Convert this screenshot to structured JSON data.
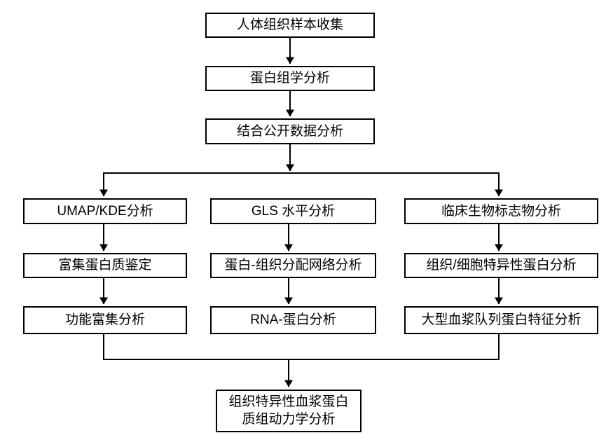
{
  "diagram": {
    "type": "flowchart",
    "colors": {
      "background": "#ffffff",
      "box_fill": "#ffffff",
      "stroke": "#000000",
      "text": "#000000"
    },
    "nodes": {
      "top1": {
        "label": "人体组织样本收集"
      },
      "top2": {
        "label": "蛋白组学分析"
      },
      "top3": {
        "label": "结合公开数据分析"
      },
      "left1": {
        "label": "UMAP/KDE分析"
      },
      "left2": {
        "label": "富集蛋白质鉴定"
      },
      "left3": {
        "label": "功能富集分析"
      },
      "mid1": {
        "label": "GLS 水平分析"
      },
      "mid2": {
        "label": "蛋白-组织分配网络分析"
      },
      "mid3": {
        "label": "RNA-蛋白分析"
      },
      "right1": {
        "label": "临床生物标志物分析"
      },
      "right2": {
        "label": "组织/细胞特异性蛋白分析"
      },
      "right3": {
        "label": "大型血浆队列蛋白特征分析"
      },
      "final": {
        "label": "组织特异性血浆蛋白质组动力学分析",
        "line1": "组织特异性血浆蛋白",
        "line2": "质组动力学分析"
      }
    },
    "edges": [
      [
        "top1",
        "top2"
      ],
      [
        "top2",
        "top3"
      ],
      [
        "top3",
        "branch"
      ],
      [
        "branch",
        "left1"
      ],
      [
        "branch",
        "mid1"
      ],
      [
        "branch",
        "right1"
      ],
      [
        "left1",
        "left2"
      ],
      [
        "left2",
        "left3"
      ],
      [
        "mid1",
        "mid2"
      ],
      [
        "mid2",
        "mid3"
      ],
      [
        "right1",
        "right2"
      ],
      [
        "right2",
        "right3"
      ],
      [
        "left3",
        "merge"
      ],
      [
        "right3",
        "merge"
      ],
      [
        "merge",
        "final"
      ]
    ]
  }
}
